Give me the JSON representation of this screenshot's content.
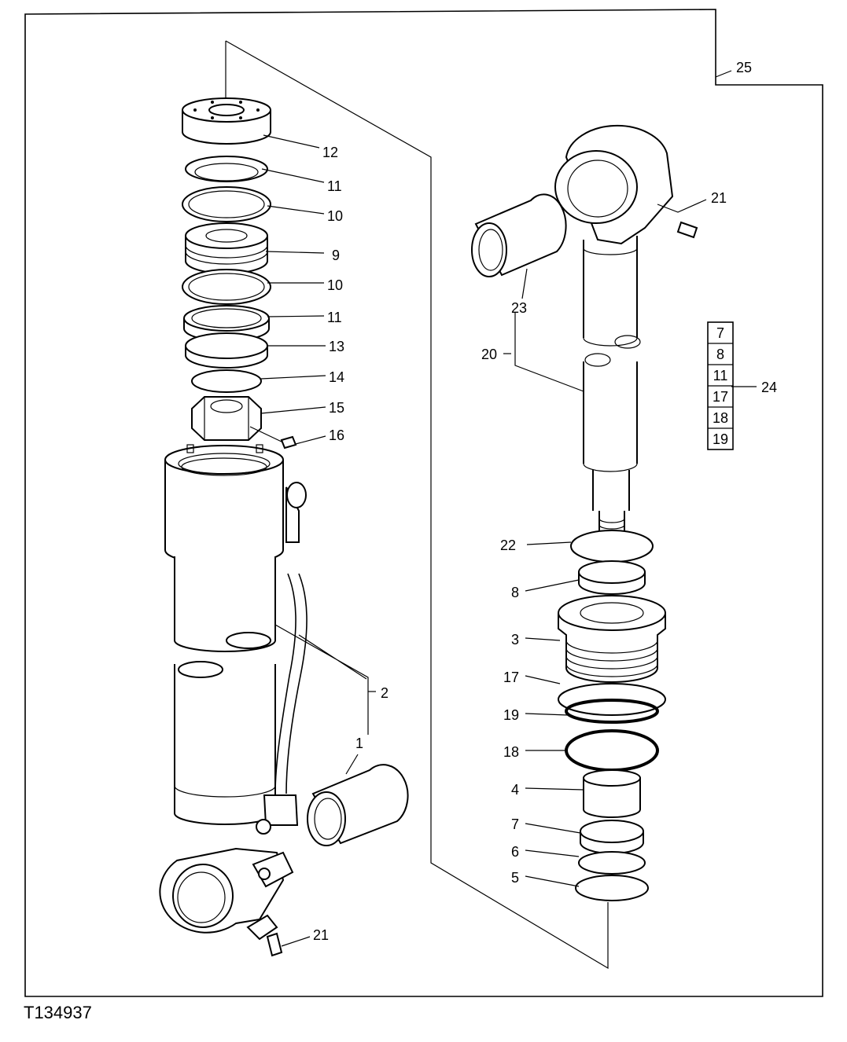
{
  "figure_ref": "T134937",
  "kit": {
    "label": "24",
    "items": [
      "7",
      "8",
      "11",
      "17",
      "18",
      "19"
    ]
  },
  "callouts": {
    "c12": "12",
    "c11a": "11",
    "c10a": "10",
    "c9": "9",
    "c10b": "10",
    "c11b": "11",
    "c13": "13",
    "c14": "14",
    "c15": "15",
    "c16": "16",
    "c2": "2",
    "c1": "1",
    "c21a": "21",
    "c25": "25",
    "c21b": "21",
    "c23": "23",
    "c20": "20",
    "c22": "22",
    "c8": "8",
    "c3": "3",
    "c17": "17",
    "c19": "19",
    "c18": "18",
    "c4": "4",
    "c7": "7",
    "c6": "6",
    "c5": "5"
  }
}
